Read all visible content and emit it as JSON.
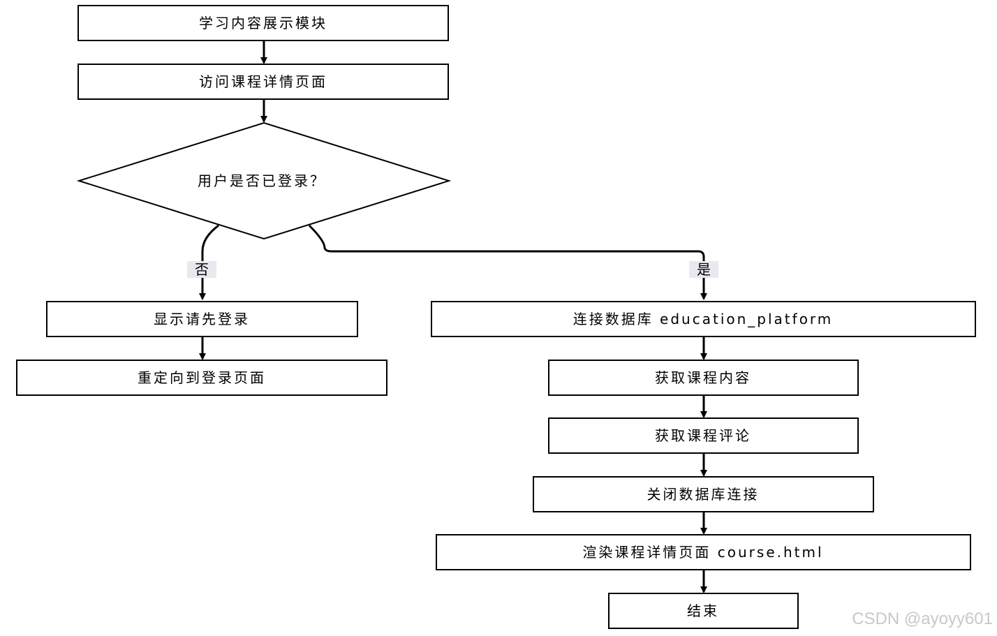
{
  "nodes": {
    "module": "学习内容展示模块",
    "visit": "访问课程详情页面",
    "decision": "用户是否已登录？",
    "show_login": "显示请先登录",
    "redirect": "重定向到登录页面",
    "connect_db": "连接数据库 education_platform",
    "get_content": "获取课程内容",
    "get_comments": "获取课程评论",
    "close_db": "关闭数据库连接",
    "render": "渲染课程详情页面 course.html",
    "end": "结束"
  },
  "edge_labels": {
    "no": "否",
    "yes": "是"
  },
  "watermark": "CSDN @ayoyy601",
  "colors": {
    "stroke": "#000000",
    "label_bg": "#e8e8ee",
    "watermark": "#c8c8c8"
  }
}
